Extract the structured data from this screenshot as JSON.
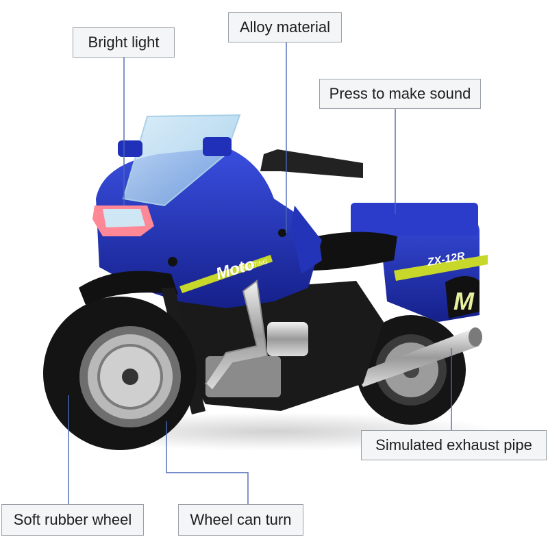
{
  "callouts": {
    "bright_light": "Bright light",
    "alloy_material": "Alloy material",
    "press_sound": "Press to make sound",
    "exhaust_pipe": "Simulated exhaust pipe",
    "rubber_wheel": "Soft rubber wheel",
    "wheel_turn": "Wheel can turn"
  },
  "model": {
    "side_text": "Moto",
    "side_subtext": "FIGHTING",
    "case_text": "ZX-12R",
    "case_letter": "M"
  },
  "colors": {
    "body_blue": "#1f2fa8",
    "accent_yellow": "#c8d82a",
    "callout_line": "#4a67b8",
    "tyre": "#141414"
  }
}
